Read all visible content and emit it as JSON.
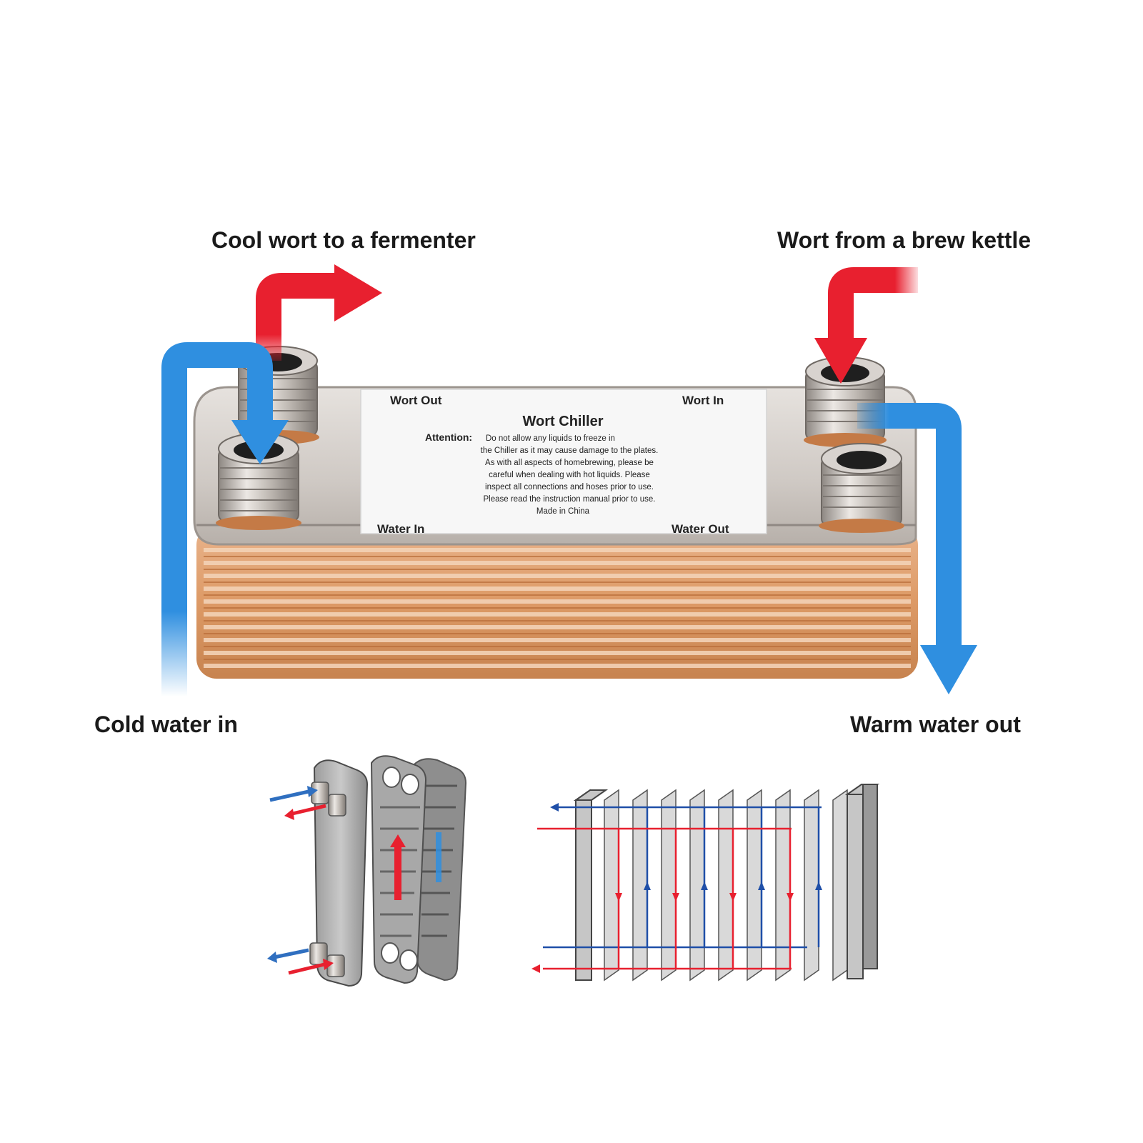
{
  "callouts": {
    "cool_wort": "Cool wort to a fermenter",
    "wort_from_kettle": "Wort from a brew kettle",
    "cold_water_in": "Cold water in",
    "warm_water_out": "Warm water out"
  },
  "label": {
    "wort_out": "Wort  Out",
    "wort_in": "Wort  In",
    "title": "Wort  Chiller",
    "attention_head": "Attention:",
    "attention_lines": [
      "Do not allow any liquids to freeze in",
      "the Chiller as it may cause damage to the plates.",
      "As with all aspects of homebrewing, please be",
      "careful when dealing with hot liquids. Please",
      "inspect all connections and hoses prior to use.",
      "Please read the instruction manual prior to use."
    ],
    "made_in": "Made in China",
    "water_in": "Water  In",
    "water_out": "Water  Out"
  },
  "colors": {
    "hot": "#e8202f",
    "cold": "#2f8fe0",
    "copper": "#d9925d",
    "steel": "#cfc9c4"
  },
  "icons": [
    "hot-flow-arrow",
    "cold-flow-arrow",
    "pipe-fitting",
    "plate-stack"
  ]
}
